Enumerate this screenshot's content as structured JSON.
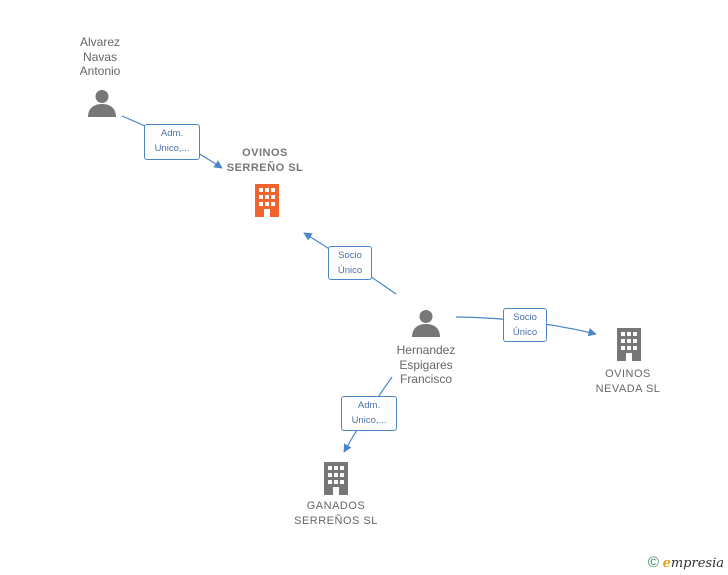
{
  "people": {
    "alvarez": {
      "name": "Alvarez\nNavas\nAntonio"
    },
    "hernandez": {
      "name": "Hernandez\nEspigares\nFrancisco"
    }
  },
  "companies": {
    "ovinos_serreno": {
      "name": "OVINOS\nSERREÑO  SL",
      "color": "#f0632f"
    },
    "ovinos_nevada": {
      "name": "OVINOS\nNEVADA  SL",
      "color": "#777777"
    },
    "ganados_serrenos": {
      "name": "GANADOS\nSERREÑOS  SL",
      "color": "#777777"
    }
  },
  "relations": {
    "alvarez_to_serreno": "Adm.\nUnico,...",
    "hernandez_to_serreno": "Socio\nÚnico",
    "hernandez_to_nevada": "Socio\nÚnico",
    "hernandez_to_ganados": "Adm.\nUnico,..."
  },
  "footer": {
    "copyright_symbol": "©",
    "brand_initial": "e",
    "brand_rest": "mpresia"
  },
  "colors": {
    "edge": "#4a86c8",
    "person": "#777777",
    "accent_company": "#f0632f"
  }
}
